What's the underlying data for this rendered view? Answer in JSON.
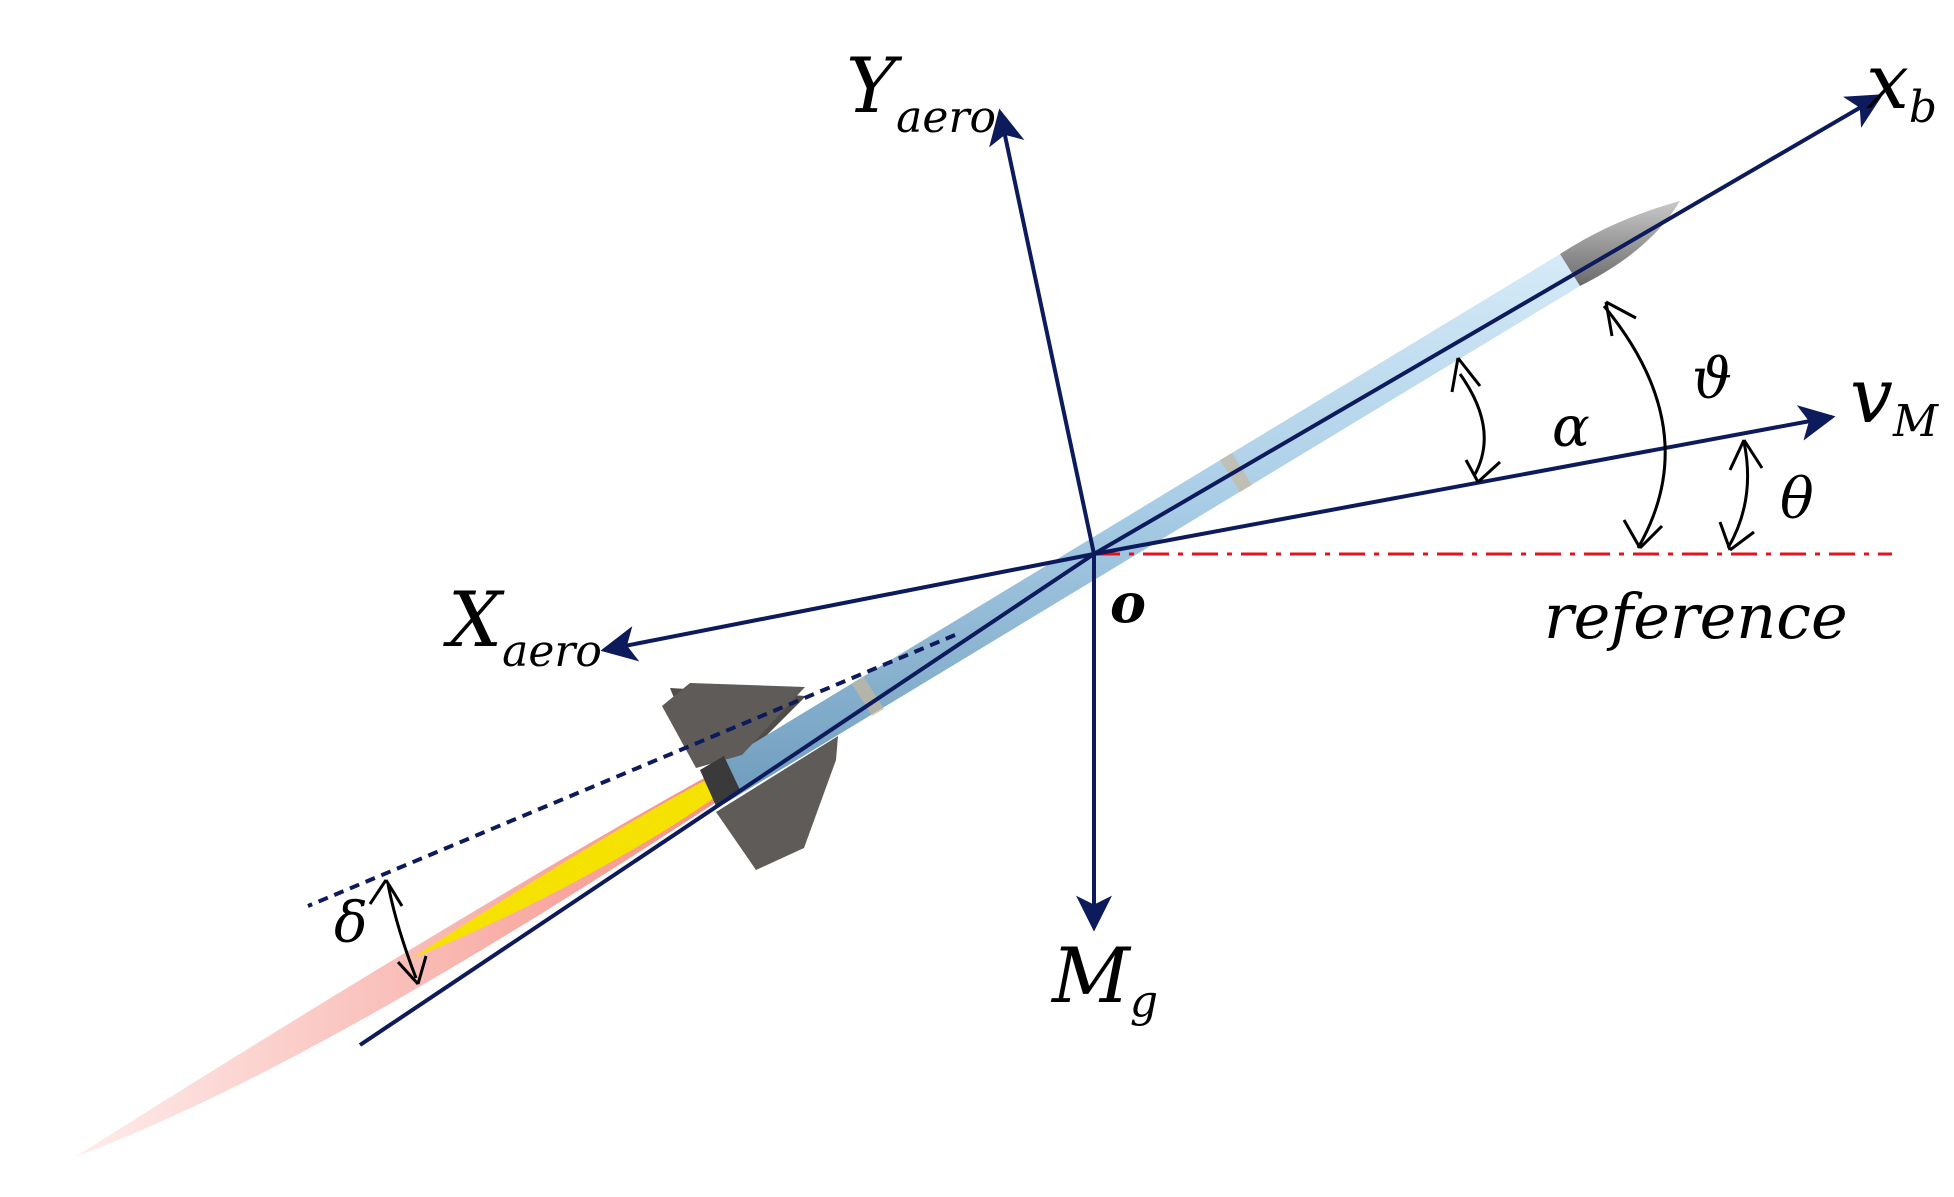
{
  "labels": {
    "y_aero_main": "Y",
    "y_aero_sub": "aero",
    "x_aero_main": "X",
    "x_aero_sub": "aero",
    "xb_main": "x",
    "xb_sub": "b",
    "vm_main": "v",
    "vm_sub": "M",
    "mg_main": "M",
    "mg_sub": "g",
    "origin": "o",
    "alpha": "α",
    "theta_pitch": "ϑ",
    "theta": "θ",
    "delta": "δ",
    "reference": "reference"
  },
  "colors": {
    "vector": "#0d1a5c",
    "reference": "#e0141e",
    "body": "#a9cde6",
    "fins": "#5e5b58",
    "nose": "#8a8a8a",
    "flame_outer": "#f58a80",
    "flame_inner": "#f6e200"
  },
  "icons": [
    "rocket-illustration",
    "arrow-head"
  ]
}
